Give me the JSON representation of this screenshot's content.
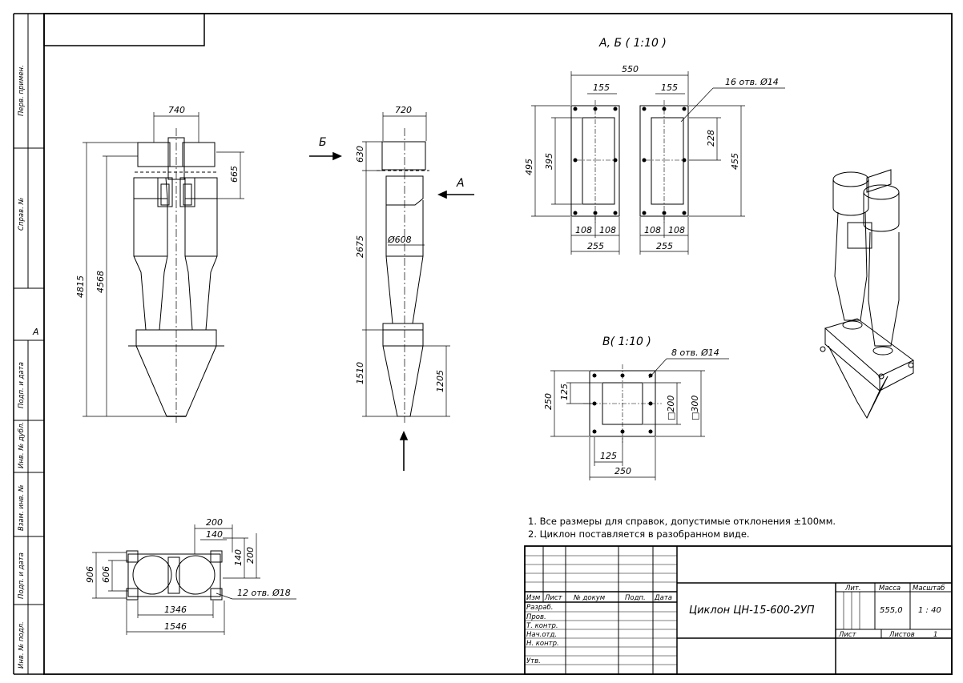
{
  "side_labels": [
    "Перв. примен.",
    "Справ. №",
    "Подп. и дата",
    "Инв. № дубл.",
    "Взам. инв. №",
    "Подп. и дата",
    "Инв. № подл."
  ],
  "side_mark": "А",
  "views": {
    "ab_title": "А, Б ( 1:10 )",
    "v_title": "В( 1:10 )",
    "arrow_b": "Б",
    "arrow_a": "А"
  },
  "front_dims": {
    "w740": "740",
    "h665": "665",
    "h4815": "4815",
    "h4568": "4568"
  },
  "side_dims": {
    "w720": "720",
    "h630": "630",
    "h2675": "2675",
    "d608": "Ø608",
    "h1510": "1510",
    "h1205": "1205"
  },
  "flange_dims": {
    "w550": "550",
    "w155a": "155",
    "w155b": "155",
    "holes16": "16 отв. Ø14",
    "h495": "495",
    "h395": "395",
    "h228": "228",
    "h455": "455",
    "w108a": "108",
    "w108b": "108",
    "w108c": "108",
    "w108d": "108",
    "w255a": "255",
    "w255b": "255"
  },
  "v_dims": {
    "holes8": "8 отв. Ø14",
    "h250": "250",
    "h125": "125",
    "sq200": "□200",
    "sq300": "□300",
    "w125": "125",
    "w250": "250"
  },
  "plan_dims": {
    "w200": "200",
    "w140": "140",
    "h140": "140",
    "h200": "200",
    "h906": "906",
    "h606": "606",
    "holes12": "12 отв. Ø18",
    "w1346": "1346",
    "w1546": "1546"
  },
  "notes": [
    "1. Все размеры для справок, допустимые отклонения ±100мм.",
    "2. Циклон поставляется в разобранном виде."
  ],
  "title_block": {
    "col_headers": [
      "Изм",
      "Лист",
      "№ докум",
      "Подп.",
      "Дата"
    ],
    "roles": [
      "Разраб.",
      "Пров.",
      "Т. контр.",
      "Нач.отд.",
      "Н. контр.",
      "Утв."
    ],
    "designation": "Циклон ЦН-15-600-2УП",
    "lit_label": "Лит.",
    "mass_label": "Масса",
    "scale_label": "Масштаб",
    "mass_value": "555,0",
    "scale_value": "1 : 40",
    "sheet_label": "Лист",
    "sheets_label": "Листов",
    "sheets_value": "1"
  }
}
